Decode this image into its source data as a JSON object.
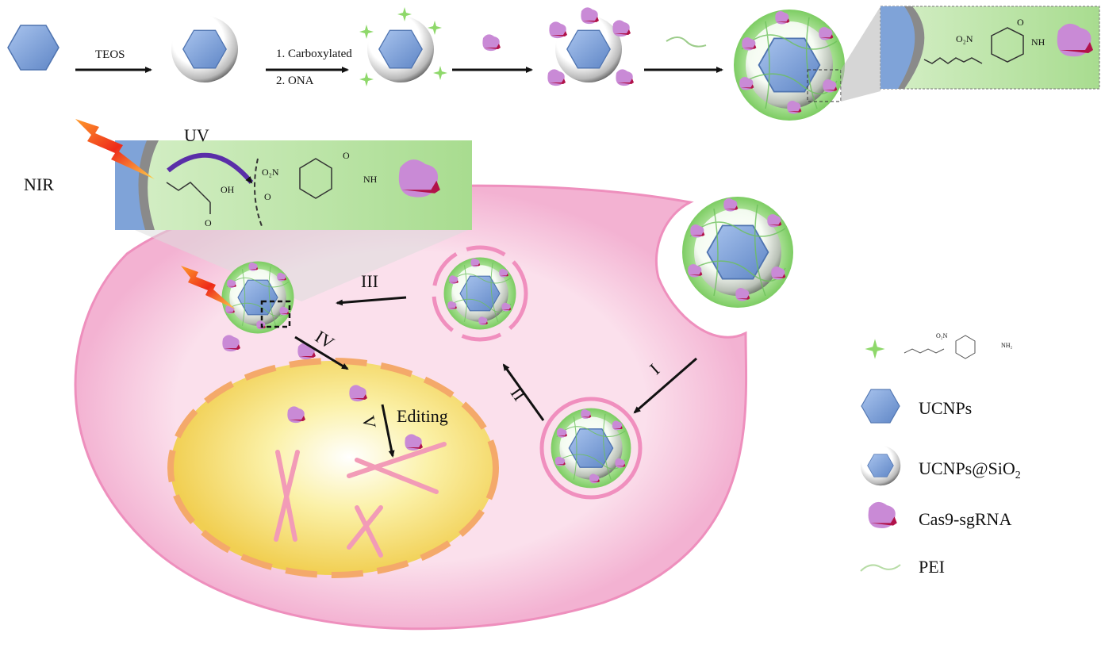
{
  "steps": {
    "teos": "TEOS",
    "carboxylated": "1. Carboxylated",
    "ona": "2. ONA"
  },
  "release": {
    "nir": "NIR",
    "uv": "UV",
    "o2n": "O₂N",
    "oh": "OH",
    "o": "O",
    "nh": "NH"
  },
  "linker_box": {
    "o2n": "O₂N",
    "nh": "NH",
    "o": "O"
  },
  "pathway": {
    "step1": "I",
    "step2": "II",
    "step3": "III",
    "step4": "IV",
    "step5": "V",
    "editing": "Editing"
  },
  "legend": {
    "linker_nh2": "NH₂",
    "linker_o2n": "O₂N",
    "ucnps": "UCNPs",
    "ucnps_sio2": "UCNPs@SiO",
    "ucnps_sio2_sub": "2",
    "cas9": "Cas9-sgRNA",
    "pei": "PEI"
  },
  "colors": {
    "hexagon": "#7fa3d8",
    "shell_green": "#9fdc8a",
    "cell_pink": "#f7c6de",
    "nucleus": "#f7e27a",
    "cas9": "#c98ad6"
  }
}
